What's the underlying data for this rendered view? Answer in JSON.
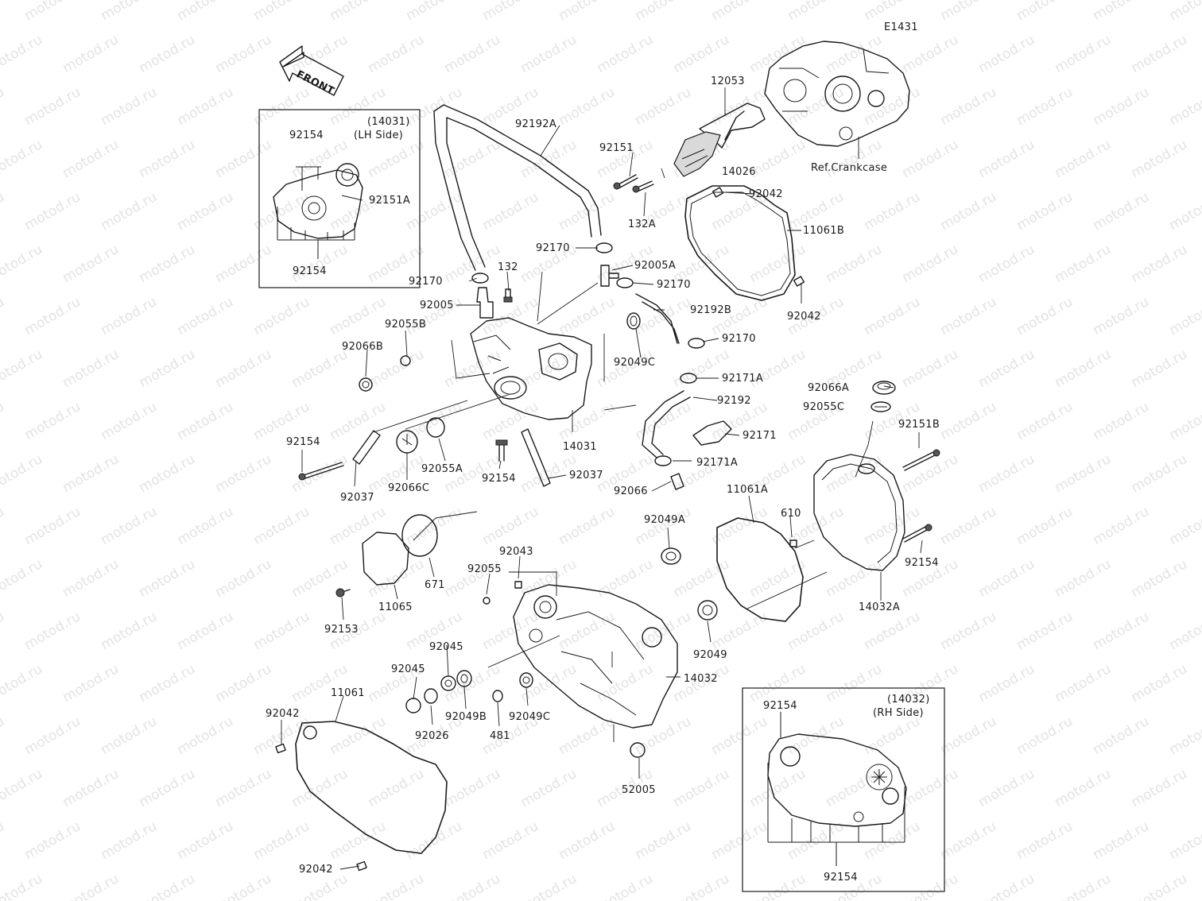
{
  "diagram_code": "E1431",
  "front_arrow_label": "FRONT",
  "watermark_text": "motod.ru",
  "ref_label": "Ref.Crankcase",
  "inset_lh": {
    "title_line1": "(14031)",
    "title_line2": "(LH Side)",
    "label_top": "92154",
    "label_side": "92151A",
    "label_bottom": "92154"
  },
  "inset_rh": {
    "title_line1": "(14032)",
    "title_line2": "(RH Side)",
    "label_top": "92154",
    "label_bottom": "92154"
  },
  "part_labels": {
    "p12053": "12053",
    "p92192A": "92192A",
    "p92151": "92151",
    "p14026": "14026",
    "p92042_top": "92042",
    "p132A": "132A",
    "p11061B": "11061B",
    "p92170_a": "92170",
    "p92005A": "92005A",
    "p132": "132",
    "p92170_b": "92170",
    "p92170_c": "92170",
    "p92005": "92005",
    "p92192B": "92192B",
    "p92042_r": "92042",
    "p92055B": "92055B",
    "p92066B": "92066B",
    "p92049C_top": "92049C",
    "p92170_d": "92170",
    "p92171A_top": "92171A",
    "p92066A": "92066A",
    "p92192": "92192",
    "p92055C": "92055C",
    "p14031": "14031",
    "p92151B": "92151B",
    "p92154_l": "92154",
    "p92171": "92171",
    "p92055A": "92055A",
    "p92171A_b": "92171A",
    "p92154_m": "92154",
    "p92037_r": "92037",
    "p92037_l": "92037",
    "p92066C": "92066C",
    "p92066": "92066",
    "p11061A": "11061A",
    "p92049A": "92049A",
    "p610": "610",
    "p92154_r": "92154",
    "p92043": "92043",
    "p92055": "92055",
    "p671": "671",
    "p11065": "11065",
    "p14032A": "14032A",
    "p92153": "92153",
    "p92049": "92049",
    "p92045_t": "92045",
    "p92045_l": "92045",
    "p14032": "14032",
    "p11061": "11061",
    "p92042_l": "92042",
    "p92026": "92026",
    "p92049B": "92049B",
    "p481": "481",
    "p92049C_b": "92049C",
    "p52005": "52005",
    "p92042_b": "92042"
  }
}
